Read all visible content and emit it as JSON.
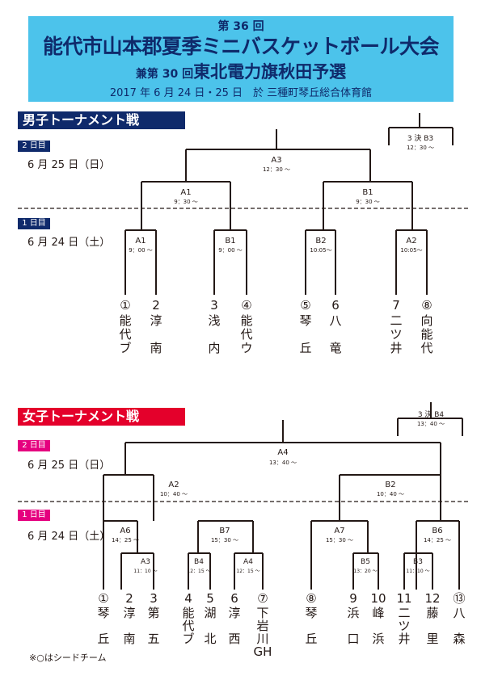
{
  "header": {
    "line1": "第 36 回",
    "line2": "能代市山本郡夏季ミニバスケットボール大会",
    "line3_prefix": "兼第 30 回",
    "line3_main": "東北電力旗秋田予選",
    "line4": "2017 年 6 月 24 日・25 日　於 三種町琴丘総合体育館"
  },
  "colors": {
    "header_bg": "#4cc3eb",
    "header_text": "#0f2a6b",
    "boys": "#0f2a6b",
    "girls": "#e4002b",
    "girls_day": "#e5007f"
  },
  "boys": {
    "title": "男子トーナメント戦",
    "day2": {
      "badge": "2 日目",
      "date": "6 月 25 日（日）"
    },
    "day1": {
      "badge": "1 日目",
      "date": "6 月 24 日（土）"
    },
    "matches": [
      {
        "id": "boys-final",
        "label": "A3",
        "time": "12：30 〜"
      },
      {
        "id": "boys-third",
        "label": "3 決 B3",
        "time": "12：30 〜"
      },
      {
        "id": "boys-semi-left",
        "label": "A1",
        "time": "9：30 〜"
      },
      {
        "id": "boys-semi-right",
        "label": "B1",
        "time": "9：30 〜"
      },
      {
        "id": "boys-r1-1",
        "label": "A1",
        "time": "9：00 〜"
      },
      {
        "id": "boys-r1-2",
        "label": "B1",
        "time": "9：00 〜"
      },
      {
        "id": "boys-r1-3",
        "label": "B2",
        "time": "10:05〜"
      },
      {
        "id": "boys-r1-4",
        "label": "A2",
        "time": "10:05〜"
      }
    ],
    "teams": [
      {
        "num": "①",
        "name": "能代ブ"
      },
      {
        "num": "2",
        "name": "淳南"
      },
      {
        "num": "3",
        "name": "浅内"
      },
      {
        "num": "④",
        "name": "能代ウ"
      },
      {
        "num": "⑤",
        "name": "琴丘"
      },
      {
        "num": "6",
        "name": "八竜"
      },
      {
        "num": "7",
        "name": "二ツ井"
      },
      {
        "num": "⑧",
        "name": "向能代"
      }
    ]
  },
  "girls": {
    "title": "女子トーナメント戦",
    "day2": {
      "badge": "2 日目",
      "date": "6 月 25 日（日）"
    },
    "day1": {
      "badge": "1 日目",
      "date": "6 月 24 日（土）"
    },
    "matches": [
      {
        "id": "girls-final",
        "label": "A4",
        "time": "13：40 〜"
      },
      {
        "id": "girls-third",
        "label": "3 決 B4",
        "time": "13：40 〜"
      },
      {
        "id": "girls-semi-left",
        "label": "A2",
        "time": "10：40 〜"
      },
      {
        "id": "girls-semi-right",
        "label": "B2",
        "time": "10：40 〜"
      },
      {
        "id": "girls-qf-1",
        "label": "A6",
        "time": "14：25 〜"
      },
      {
        "id": "girls-qf-2",
        "label": "B7",
        "time": "15：30 〜"
      },
      {
        "id": "girls-qf-3",
        "label": "A7",
        "time": "15：30 〜"
      },
      {
        "id": "girls-qf-4",
        "label": "B6",
        "time": "14：25 〜"
      },
      {
        "id": "girls-r1-1",
        "label": "A3",
        "time": "11：10 〜"
      },
      {
        "id": "girls-r1-2",
        "label": "B4",
        "time": "12：15 〜"
      },
      {
        "id": "girls-r1-3",
        "label": "A4",
        "time": "12：15 〜"
      },
      {
        "id": "girls-r1-4",
        "label": "B5",
        "time": "13：20 〜"
      },
      {
        "id": "girls-r1-5",
        "label": "B3",
        "time": "11：10 〜"
      }
    ],
    "teams": [
      {
        "num": "①",
        "name": "琴丘"
      },
      {
        "num": "2",
        "name": "淳南"
      },
      {
        "num": "3",
        "name": "第五"
      },
      {
        "num": "4",
        "name": "能代ブ"
      },
      {
        "num": "5",
        "name": "湖北"
      },
      {
        "num": "6",
        "name": "淳西"
      },
      {
        "num": "⑦",
        "name": "下岩川GH"
      },
      {
        "num": "⑧",
        "name": "琴丘"
      },
      {
        "num": "9",
        "name": "浜口"
      },
      {
        "num": "10",
        "name": "峰浜"
      },
      {
        "num": "11",
        "name": "二ツ井"
      },
      {
        "num": "12",
        "name": "藤里"
      },
      {
        "num": "⑬",
        "name": "八森"
      }
    ]
  },
  "note": "※○はシードチーム"
}
